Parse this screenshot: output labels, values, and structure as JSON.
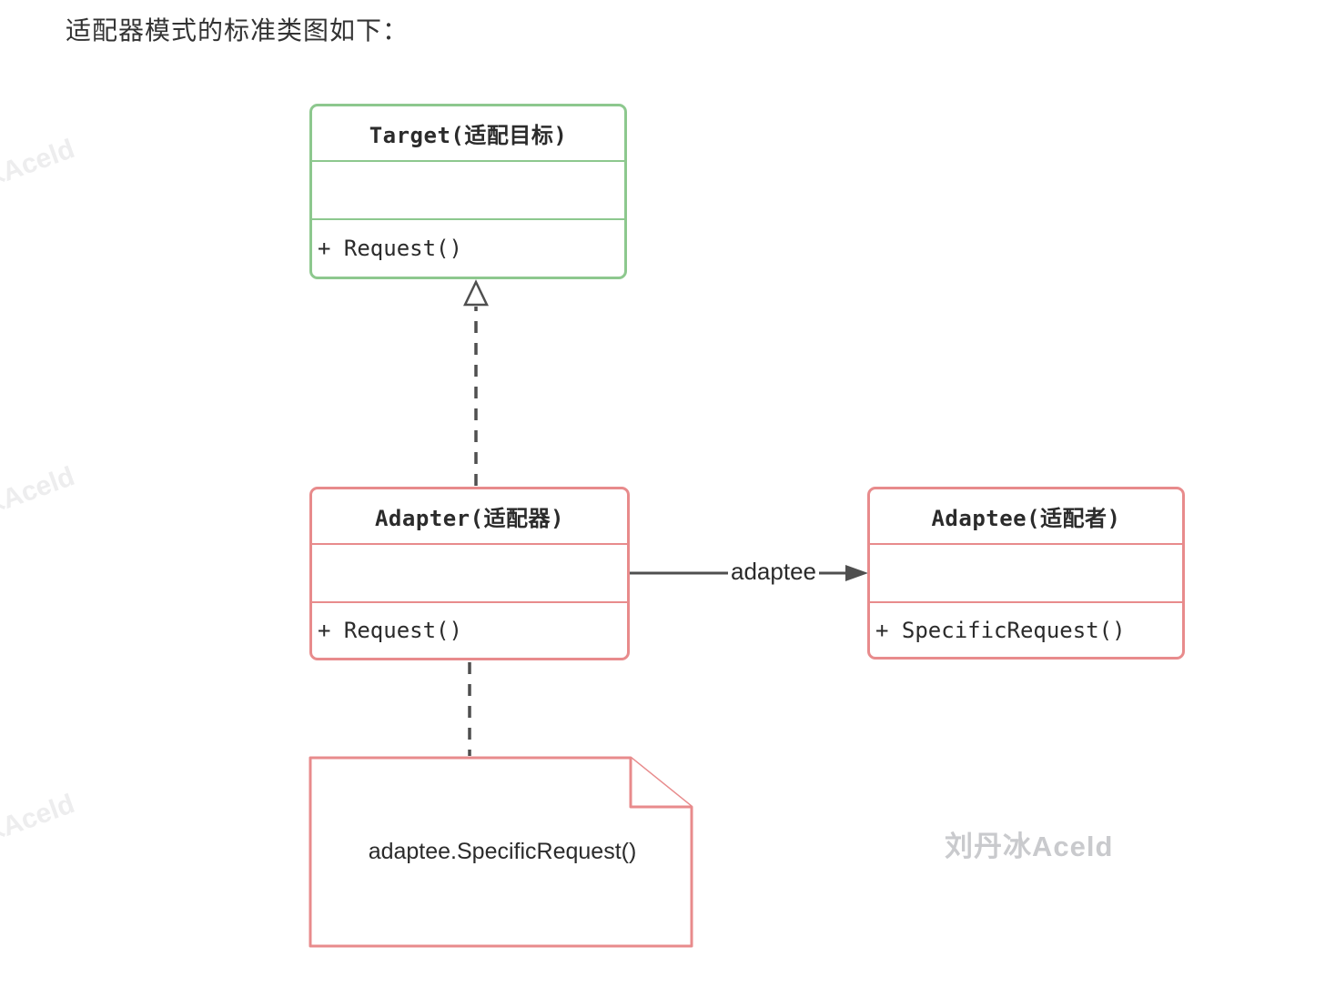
{
  "page": {
    "title": "适配器模式的标准类图如下："
  },
  "diagram": {
    "type": "uml-class-diagram",
    "classes": [
      {
        "id": "target",
        "name": "Target(适配目标)",
        "fields": [],
        "methods": [
          "+ Request()"
        ],
        "border_color": "#8dc88e"
      },
      {
        "id": "adapter",
        "name": "Adapter(适配器)",
        "fields": [],
        "methods": [
          "+ Request()"
        ],
        "border_color": "#e88b8c"
      },
      {
        "id": "adaptee",
        "name": "Adaptee(适配者)",
        "fields": [],
        "methods": [
          "+ SpecificRequest()"
        ],
        "border_color": "#e88b8c"
      }
    ],
    "edges": [
      {
        "type": "realization",
        "from": "adapter",
        "to": "target",
        "style": "dashed",
        "arrowhead": "open-triangle"
      },
      {
        "type": "association",
        "from": "adapter",
        "to": "adaptee",
        "label": "adaptee",
        "style": "solid",
        "arrowhead": "filled-triangle"
      },
      {
        "type": "note-anchor",
        "from": "note",
        "to": "adapter",
        "style": "dashed",
        "arrowhead": "none"
      }
    ],
    "note": {
      "text": "adaptee.SpecificRequest()",
      "border_color": "#e88b8c"
    },
    "line_color": "#4f4f4f"
  },
  "watermarks": {
    "main": "刘丹冰Aceld",
    "faint": "刘丹冰Aceld"
  }
}
